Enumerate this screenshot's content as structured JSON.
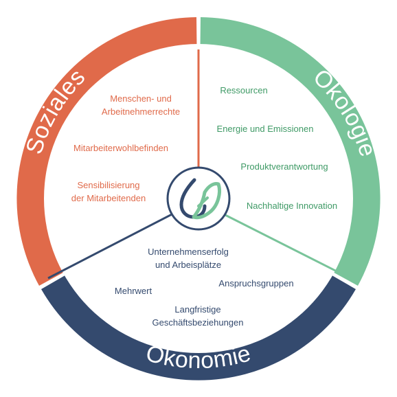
{
  "colors": {
    "social": "#e06a4a",
    "ecology": "#79c49a",
    "economy": "#344a6e",
    "background": "#ffffff"
  },
  "segments": {
    "social": {
      "title": "Soziales",
      "items": [
        "Menschen- und",
        "Arbeitnehmerrechte",
        "Mitarbeiterwohlbefinden",
        "Sensibilisierung",
        "der Mitarbeitenden"
      ]
    },
    "ecology": {
      "title": "Ökologie",
      "items": [
        "Ressourcen",
        "Energie und Emissionen",
        "Produktverantwortung",
        "Nachhaltige Innovation"
      ]
    },
    "economy": {
      "title": "Ökonomie",
      "items": [
        "Unternehmenserfolg",
        "und Arbeisplätze",
        "Mehrwert",
        "Anspruchsgruppen",
        "Langfristige",
        "Geschäftsbeziehungen"
      ]
    }
  },
  "center_logo": "drop-leaf-icon"
}
